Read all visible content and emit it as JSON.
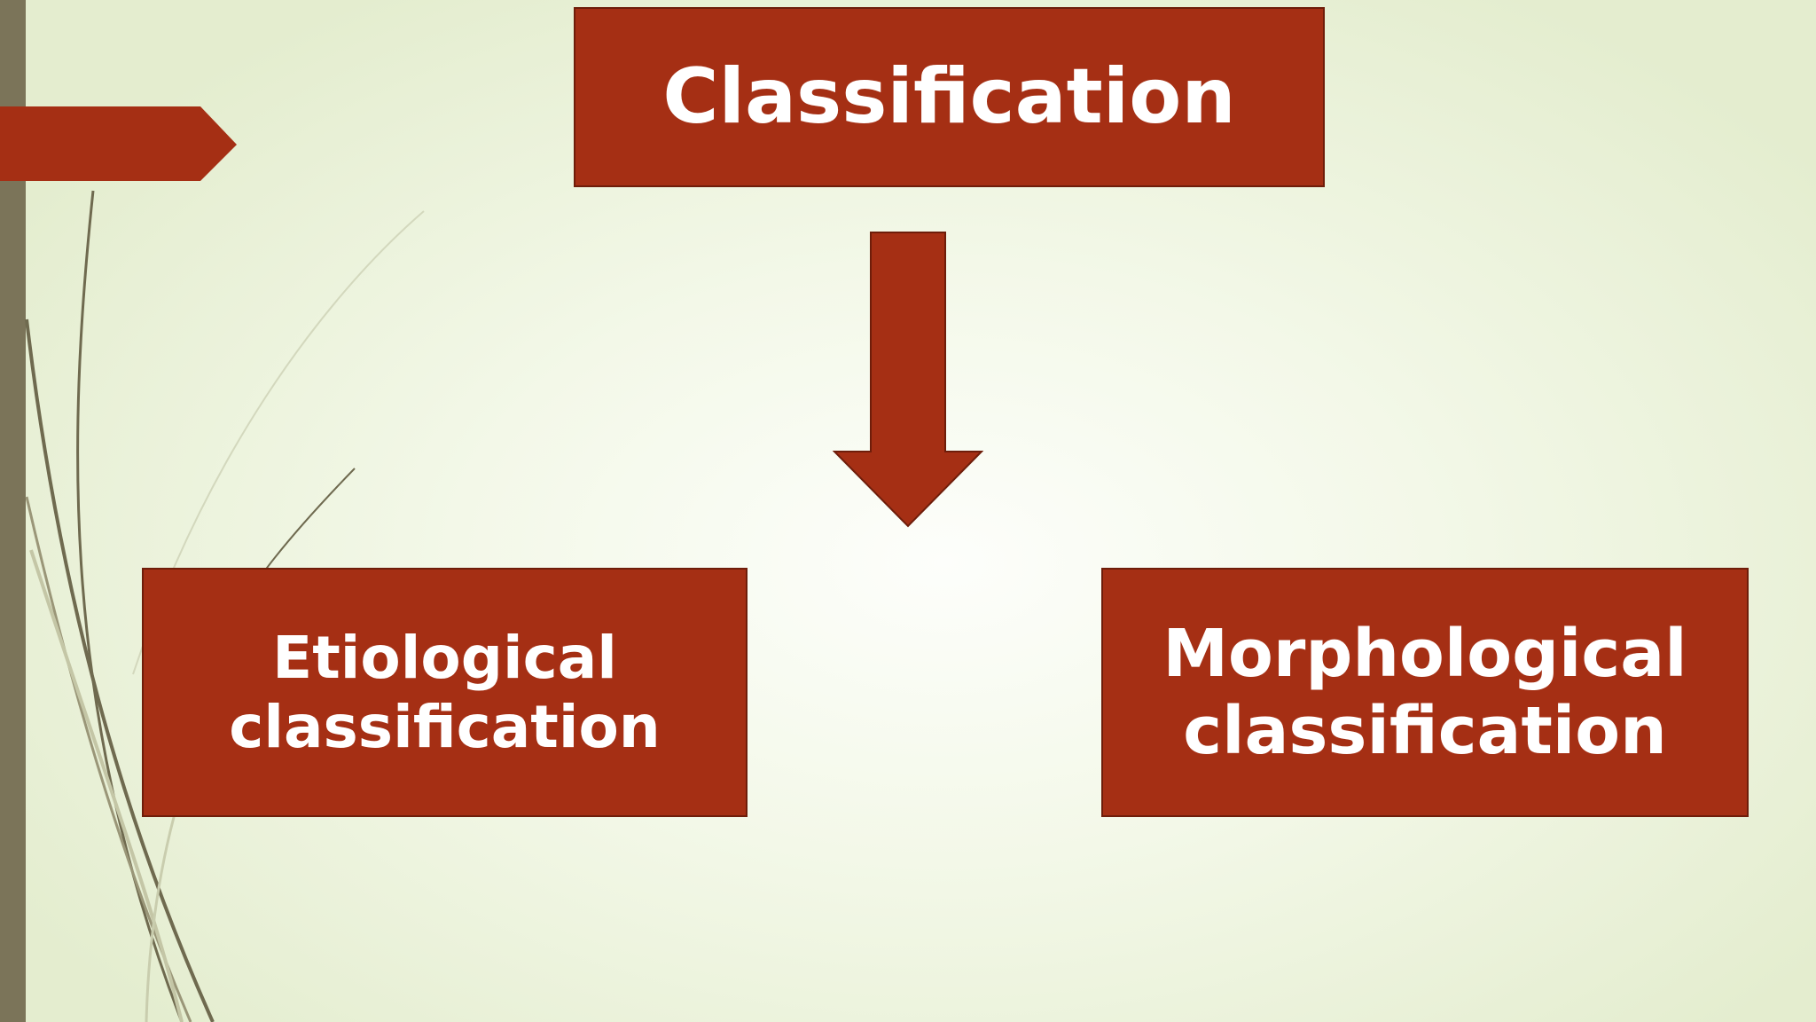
{
  "diagram": {
    "root": {
      "label": "Classification"
    },
    "children": [
      {
        "lines": [
          "Etiological",
          "classification"
        ]
      },
      {
        "lines": [
          "Morphological",
          "classification"
        ]
      }
    ],
    "arrow": {
      "direction": "down"
    }
  },
  "colors": {
    "box_fill": "#a52f14",
    "box_border": "#6e1d0a",
    "box_text": "#ffffff",
    "side_bar": "#7b7459",
    "background_center": "#fdfefb",
    "background_edge": "#e4edcf"
  }
}
